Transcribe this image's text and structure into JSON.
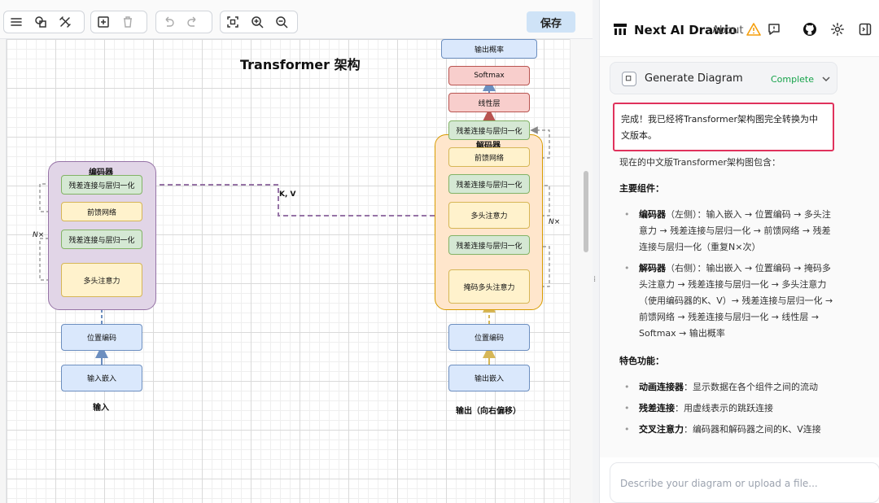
{
  "editor": {
    "save_label": "保存"
  },
  "diagram": {
    "title": "Transformer 架构",
    "encoder": {
      "container_label": "编码器",
      "residual_top": "残差连接与层归一化",
      "ffn": "前馈网络",
      "residual_bottom": "残差连接与层归一化",
      "attention": "多头注意力",
      "pos_encoding": "位置编码",
      "embedding": "输入嵌入",
      "input_label": "输入",
      "repeat_label": "N×"
    },
    "decoder": {
      "container_label": "解码器",
      "output_prob": "输出概率",
      "softmax": "Softmax",
      "linear": "线性层",
      "residual_top": "残差连接与层归一化",
      "ffn": "前馈网络",
      "residual_mid": "残差连接与层归一化",
      "cross_attention": "多头注意力",
      "residual_bottom": "残差连接与层归一化",
      "masked_attention": "掩码多头注意力",
      "pos_encoding": "位置编码",
      "embedding": "输出嵌入",
      "output_label": "输出（向右偏移）",
      "repeat_label": "N×"
    },
    "kv_label": "K, V"
  },
  "panel": {
    "app_title": "Next AI Drawio",
    "about": "About",
    "tool_card": {
      "name": "Generate Diagram",
      "status": "Complete"
    },
    "highlight_message": "完成！我已经将Transformer架构图完全转换为中文版本。",
    "intro": "现在的中文版Transformer架构图包含：",
    "section_components": "主要组件：",
    "components": [
      {
        "term": "编码器",
        "text": "（左侧）：输入嵌入 → 位置编码 → 多头注意力 → 残差连接与层归一化 → 前馈网络 → 残差连接与层归一化（重复N×次）"
      },
      {
        "term": "解码器",
        "text": "（右侧）：输出嵌入 → 位置编码 → 掩码多头注意力 → 残差连接与层归一化 → 多头注意力（使用编码器的K、V）→ 残差连接与层归一化 → 前馈网络 → 残差连接与层归一化 → 线性层 → Softmax → 输出概率"
      }
    ],
    "section_features": "特色功能：",
    "features": [
      {
        "term": "动画连接器",
        "text": "：显示数据在各个组件之间的流动"
      },
      {
        "term": "残差连接",
        "text": "：用虚线表示的跳跃连接"
      },
      {
        "term": "交叉注意力",
        "text": "：编码器和解码器之间的K、V连接"
      }
    ],
    "input_placeholder": "Describe your diagram or upload a file..."
  },
  "colors": {
    "accent_highlight": "#e0325c",
    "status_complete": "#16a34a",
    "save_button": "#cfe3f7",
    "encoder_container": "#e1d5e7",
    "decoder_container": "#ffe6cc",
    "kv_connector": "#9673a6"
  }
}
